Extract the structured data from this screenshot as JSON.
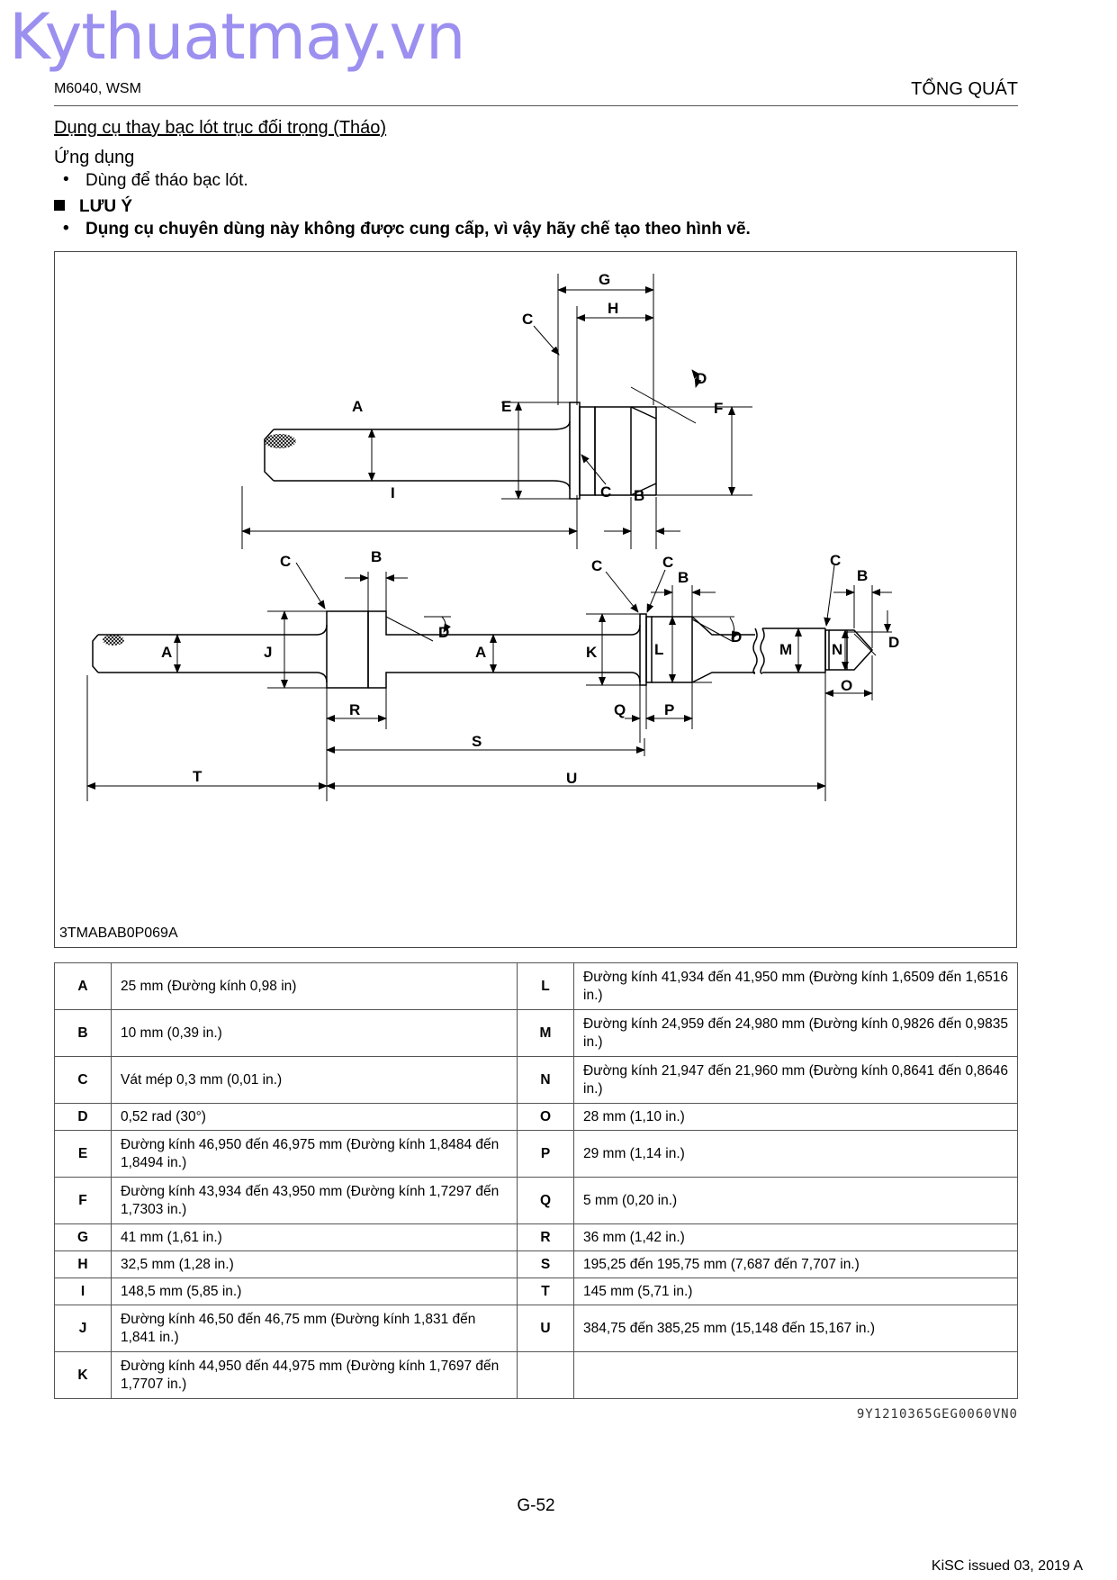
{
  "watermark": "Kythuatmay.vn",
  "header": {
    "left": "M6040, WSM",
    "right": "TỔNG QUÁT"
  },
  "section_title": "Dụng cụ thay bạc lót trục đối trọng (Tháo)",
  "application": {
    "heading": "Ứng dụng",
    "bullet": "Dùng để tháo bạc lót."
  },
  "note": {
    "heading": "LƯU Ý",
    "bullet": "Dụng cụ chuyên dùng này không được cung cấp, vì vậy hãy chế tạo theo hình vẽ."
  },
  "figure": {
    "id": "3TMABAB0P069A",
    "labels": {
      "A": "A",
      "B": "B",
      "C": "C",
      "D": "D",
      "E": "E",
      "F": "F",
      "G": "G",
      "H": "H",
      "I": "I",
      "J": "J",
      "K": "K",
      "L": "L",
      "M": "M",
      "N": "N",
      "O": "O",
      "P": "P",
      "Q": "Q",
      "R": "R",
      "S": "S",
      "T": "T",
      "U": "U"
    }
  },
  "spec_table": [
    {
      "k1": "A",
      "v1": "25 mm (Đường kính 0,98 in)",
      "k2": "L",
      "v2": "Đường kính 41,934 đến 41,950 mm (Đường kính 1,6509 đến 1,6516 in.)"
    },
    {
      "k1": "B",
      "v1": "10 mm (0,39 in.)",
      "k2": "M",
      "v2": "Đường kính 24,959 đến 24,980 mm (Đường kính 0,9826 đến 0,9835 in.)"
    },
    {
      "k1": "C",
      "v1": "Vát mép 0,3 mm (0,01 in.)",
      "k2": "N",
      "v2": "Đường kính 21,947 đến 21,960 mm (Đường kính 0,8641 đến 0,8646 in.)"
    },
    {
      "k1": "D",
      "v1": "0,52 rad (30°)",
      "k2": "O",
      "v2": "28 mm (1,10 in.)"
    },
    {
      "k1": "E",
      "v1": "Đường kính 46,950 đến 46,975 mm (Đường kính 1,8484 đến 1,8494 in.)",
      "k2": "P",
      "v2": "29 mm (1,14 in.)"
    },
    {
      "k1": "F",
      "v1": "Đường kính 43,934 đến 43,950 mm (Đường kính 1,7297 đến 1,7303 in.)",
      "k2": "Q",
      "v2": "5 mm (0,20 in.)"
    },
    {
      "k1": "G",
      "v1": "41 mm (1,61 in.)",
      "k2": "R",
      "v2": "36 mm (1,42 in.)"
    },
    {
      "k1": "H",
      "v1": "32,5 mm (1,28 in.)",
      "k2": "S",
      "v2": "195,25 đến 195,75 mm (7,687 đến 7,707 in.)"
    },
    {
      "k1": "I",
      "v1": "148,5 mm (5,85 in.)",
      "k2": "T",
      "v2": "145 mm (5,71 in.)"
    },
    {
      "k1": "J",
      "v1": "Đường kính 46,50 đến 46,75 mm (Đường kính 1,831 đến 1,841 in.)",
      "k2": "U",
      "v2": "384,75 đến 385,25 mm (15,148 đến 15,167 in.)"
    },
    {
      "k1": "K",
      "v1": "Đường kính 44,950 đến 44,975 mm (Đường kính 1,7697 đến 1,7707 in.)",
      "k2": "",
      "v2": ""
    }
  ],
  "doc_ref": "9Y1210365GEG0060VN0",
  "page_number": "G-52",
  "issued": "KiSC issued 03, 2019 A"
}
